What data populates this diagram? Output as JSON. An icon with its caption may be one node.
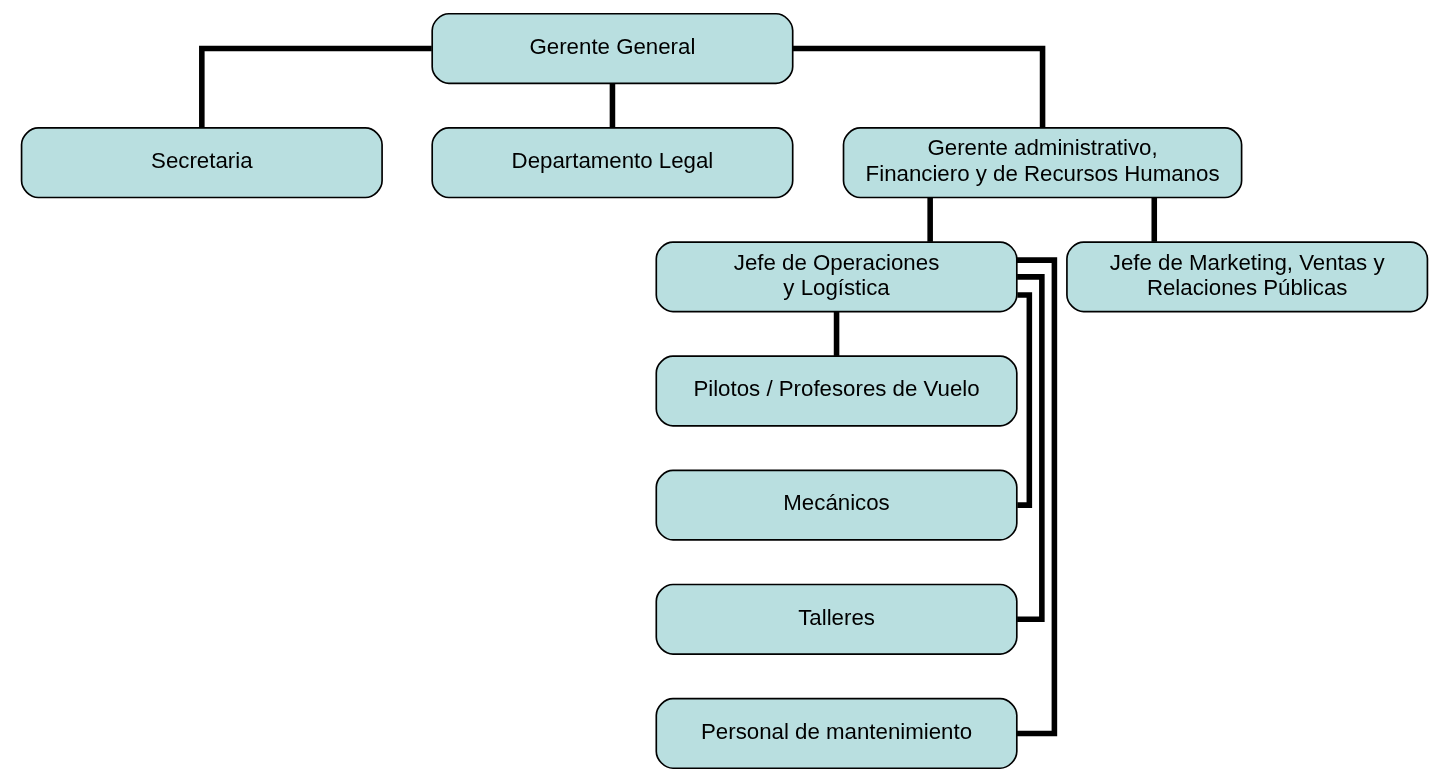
{
  "diagram": {
    "nodes": [
      {
        "text": [
          "Gerente General"
        ]
      },
      {
        "text": [
          "Secretaria"
        ]
      },
      {
        "text": [
          "Departamento Legal"
        ]
      },
      {
        "text": [
          "Gerente administrativo, Financiero y de Recursos Humanos"
        ]
      },
      {
        "text": [
          "Jefe de Operaciones y Logística"
        ]
      },
      {
        "text": [
          "Jefe de Marketing, Ventas y Relaciones Públicas"
        ]
      },
      {
        "text": [
          "Pilotos / Profesores de Vuelo"
        ]
      },
      {
        "text": [
          "Mecánicos"
        ]
      },
      {
        "text": [
          "Talleres"
        ]
      },
      {
        "text": [
          "Personal de mantenimiento"
        ]
      }
    ],
    "edges": [
      {
        "from": 0,
        "to": 1,
        "arrow": "none"
      },
      {
        "from": 0,
        "to": 2,
        "arrow": "none"
      },
      {
        "from": 0,
        "to": 3,
        "arrow": "none"
      },
      {
        "from": 3,
        "to": 4,
        "arrow": "none"
      },
      {
        "from": 3,
        "to": 5,
        "arrow": "none"
      },
      {
        "from": 4,
        "to": 6,
        "arrow": "none"
      },
      {
        "from": 4,
        "to": 7,
        "arrow": "none"
      },
      {
        "from": 4,
        "to": 8,
        "arrow": "none"
      },
      {
        "from": 4,
        "to": 9,
        "arrow": "none"
      }
    ]
  }
}
